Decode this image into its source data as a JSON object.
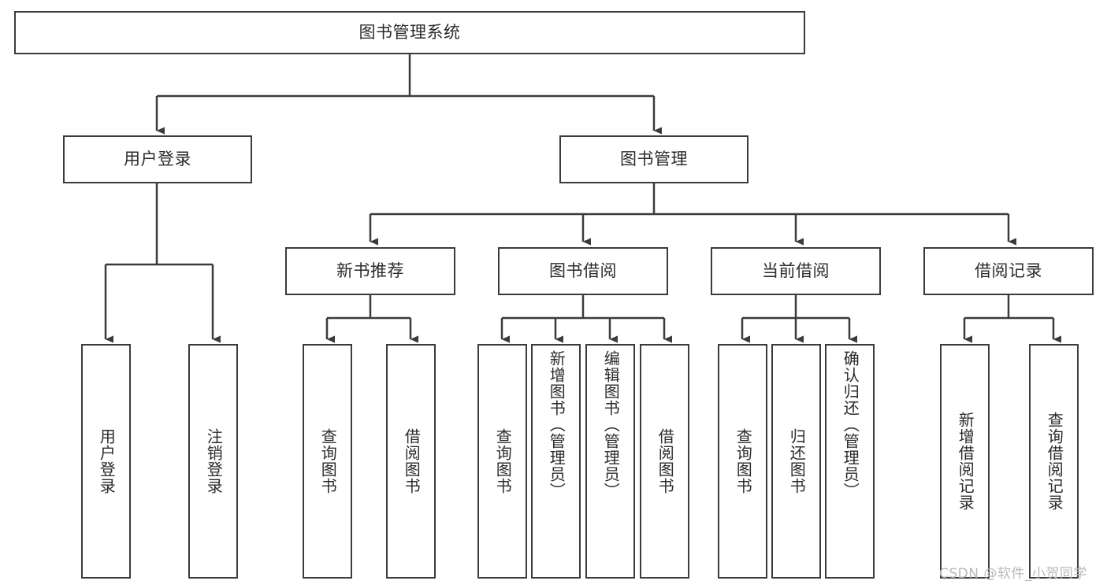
{
  "diagram": {
    "type": "tree-hierarchy-chart",
    "title": "图书管理系统",
    "orientation": "top-down",
    "edge_style": "orthogonal-with-arrowheads",
    "colors": {
      "box_border": "#3b3b3b",
      "box_fill": "#ffffff",
      "text": "#2b2b2b",
      "connector": "#3b3b3b",
      "background": "#ffffff",
      "watermark": "#b9b9b9"
    },
    "root": {
      "label": "图书管理系统",
      "text_direction": "horizontal"
    },
    "level2": [
      {
        "label": "用户登录",
        "text_direction": "horizontal"
      },
      {
        "label": "图书管理",
        "text_direction": "horizontal"
      }
    ],
    "level3": [
      {
        "label": "新书推荐",
        "text_direction": "horizontal"
      },
      {
        "label": "图书借阅",
        "text_direction": "horizontal"
      },
      {
        "label": "当前借阅",
        "text_direction": "horizontal"
      },
      {
        "label": "借阅记录",
        "text_direction": "horizontal"
      }
    ],
    "leaves": {
      "user_login": [
        {
          "label": "用户登录",
          "text_direction": "vertical"
        },
        {
          "label": "注销登录",
          "text_direction": "vertical"
        }
      ],
      "new_book_recommend": [
        {
          "label": "查询图书",
          "text_direction": "vertical"
        },
        {
          "label": "借阅图书",
          "text_direction": "vertical"
        }
      ],
      "book_borrow": [
        {
          "label": "查询图书",
          "text_direction": "vertical"
        },
        {
          "label": "新增图书（管理员）",
          "text_direction": "vertical"
        },
        {
          "label": "编辑图书（管理员）",
          "text_direction": "vertical"
        },
        {
          "label": "借阅图书",
          "text_direction": "vertical"
        }
      ],
      "current_borrow": [
        {
          "label": "查询图书",
          "text_direction": "vertical"
        },
        {
          "label": "归还图书",
          "text_direction": "vertical"
        },
        {
          "label": "确认归还（管理员）",
          "text_direction": "vertical"
        }
      ],
      "borrow_record": [
        {
          "label": "新增借阅记录",
          "text_direction": "vertical"
        },
        {
          "label": "查询借阅记录",
          "text_direction": "vertical"
        }
      ]
    }
  },
  "watermark": {
    "text": "CSDN @软件_小贺同学"
  }
}
